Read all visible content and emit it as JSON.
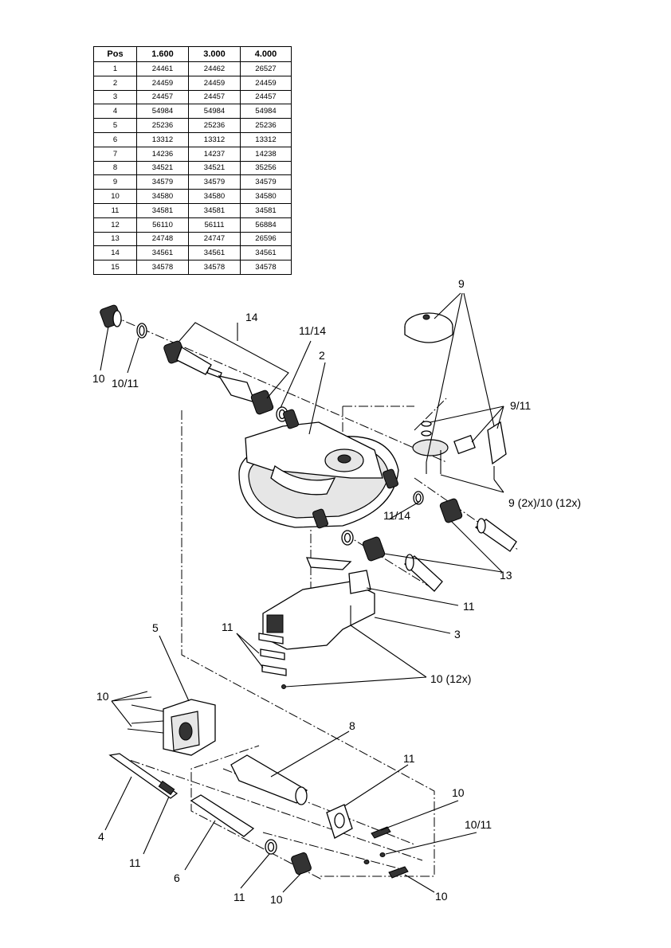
{
  "table": {
    "headers": [
      "Pos",
      "1.600",
      "3.000",
      "4.000"
    ],
    "rows": [
      [
        "1",
        "24461",
        "24462",
        "26527"
      ],
      [
        "2",
        "24459",
        "24459",
        "24459"
      ],
      [
        "3",
        "24457",
        "24457",
        "24457"
      ],
      [
        "4",
        "54984",
        "54984",
        "54984"
      ],
      [
        "5",
        "25236",
        "25236",
        "25236"
      ],
      [
        "6",
        "13312",
        "13312",
        "13312"
      ],
      [
        "7",
        "14236",
        "14237",
        "14238"
      ],
      [
        "8",
        "34521",
        "34521",
        "35256"
      ],
      [
        "9",
        "34579",
        "34579",
        "34579"
      ],
      [
        "10",
        "34580",
        "34580",
        "34580"
      ],
      [
        "11",
        "34581",
        "34581",
        "34581"
      ],
      [
        "12",
        "56110",
        "56111",
        "56884"
      ],
      [
        "13",
        "24748",
        "24747",
        "26596"
      ],
      [
        "14",
        "34561",
        "34561",
        "34561"
      ],
      [
        "15",
        "34578",
        "34578",
        "34578"
      ]
    ]
  },
  "callouts": {
    "c9_top": "9",
    "c14_top": "14",
    "c1114_top": "11/14",
    "c2": "2",
    "c10_topleft": "10",
    "c1011_topleft": "10/11",
    "c911": "9/11",
    "c9x10x": "9 (2x)/10 (12x)",
    "c1114_mid": "11/14",
    "c13": "13",
    "c11_mid": "11",
    "c3": "3",
    "c11_left": "11",
    "c10_12x": "10 (12x)",
    "c5": "5",
    "c10_left": "10",
    "c8": "8",
    "c11_b1": "11",
    "c10_b1": "10",
    "c1011_b": "10/11",
    "c4": "4",
    "c11_b2": "11",
    "c6": "6",
    "c11_b3": "11",
    "c10_b2": "10",
    "c10_b3": "10"
  }
}
